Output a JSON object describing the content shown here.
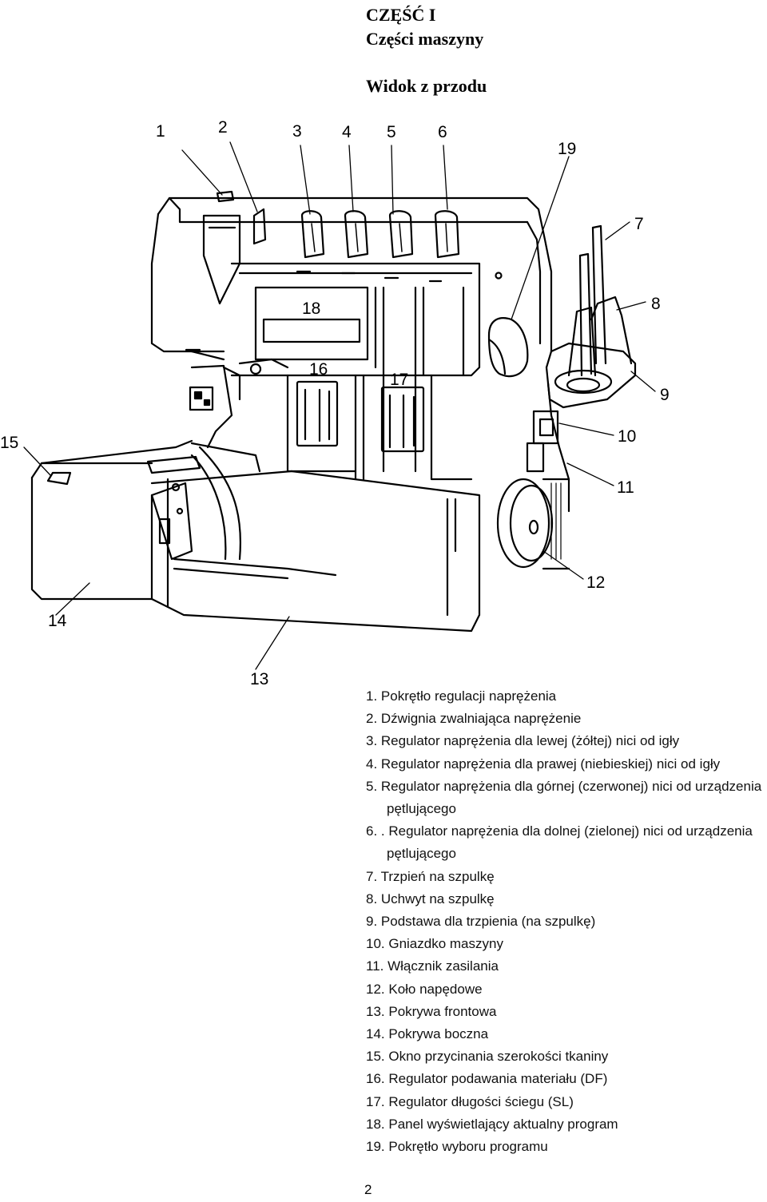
{
  "header": {
    "title": "CZĘŚĆ I",
    "subtitle": "Części maszyny",
    "view": "Widok z przodu"
  },
  "callouts": [
    "1",
    "2",
    "3",
    "4",
    "5",
    "6",
    "19",
    "7",
    "18",
    "8",
    "16",
    "17",
    "9",
    "15",
    "10",
    "11",
    "12",
    "14",
    "13"
  ],
  "legend": [
    "1. Pokrętło regulacji naprężenia",
    "2. Dźwignia zwalniająca naprężenie",
    "3. Regulator naprężenia dla lewej (żółtej) nici od igły",
    "4. Regulator naprężenia dla prawej (niebieskiej) nici od igły",
    "5. Regulator naprężenia dla górnej (czerwonej) nici od urządzenia pętlującego",
    "6. . Regulator naprężenia dla dolnej (zielonej) nici od urządzenia pętlującego",
    "7. Trzpień na szpulkę",
    "8. Uchwyt na szpulkę",
    "9. Podstawa dla trzpienia (na szpulkę)",
    "10. Gniazdko maszyny",
    "11. Włącznik zasilania",
    "12. Koło napędowe",
    "13. Pokrywa frontowa",
    "14. Pokrywa boczna",
    "15. Okno przycinania szerokości tkaniny",
    "16. Regulator podawania materiału (DF)",
    "17. Regulator długości ściegu (SL)",
    "18. Panel wyświetlający aktualny program",
    "19. Pokrętło wyboru programu"
  ],
  "page_number": "2"
}
